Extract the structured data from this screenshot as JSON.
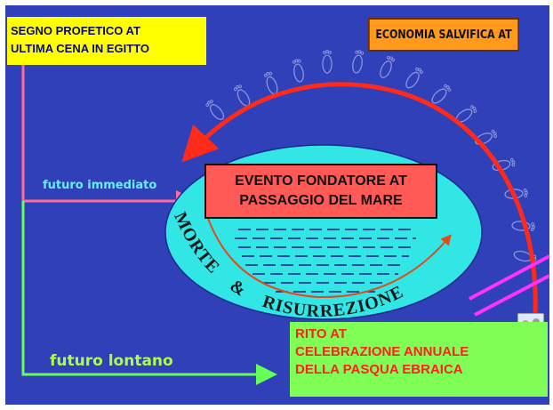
{
  "diagram": {
    "segno_box": {
      "line1": "SEGNO PROFETICO AT",
      "line2": "ULTIMA CENA IN EGITTO"
    },
    "economia_box": {
      "label": "ECONOMIA SALVIFICA AT"
    },
    "evento_box": {
      "line1": "EVENTO FONDATORE AT",
      "line2": "PASSAGGIO DEL MARE"
    },
    "rito_box": {
      "line1": "RITO AT",
      "line2": "CELEBRAZIONE ANNUALE",
      "line3": "DELLA PASQUA EBRAICA"
    },
    "futuro_immediato": "futuro immediato",
    "futuro_lontano": "futuro lontano",
    "arc_text": {
      "left": "MORTE",
      "connector": "&",
      "right": "RISURREZIONE"
    },
    "colors": {
      "background": "#3040b8",
      "ellipse": "#33e6e6",
      "segno_box": "#ffff00",
      "economia_box": "#ff9a1a",
      "evento_box": "#ff5a55",
      "rito_box": "#7fff55",
      "main_arrow": "#ff2a1a",
      "immediate_line": "#ff6aa0",
      "far_line": "#66ff55"
    },
    "icons": [
      "footprint-icon",
      "family-picture-icon"
    ]
  }
}
